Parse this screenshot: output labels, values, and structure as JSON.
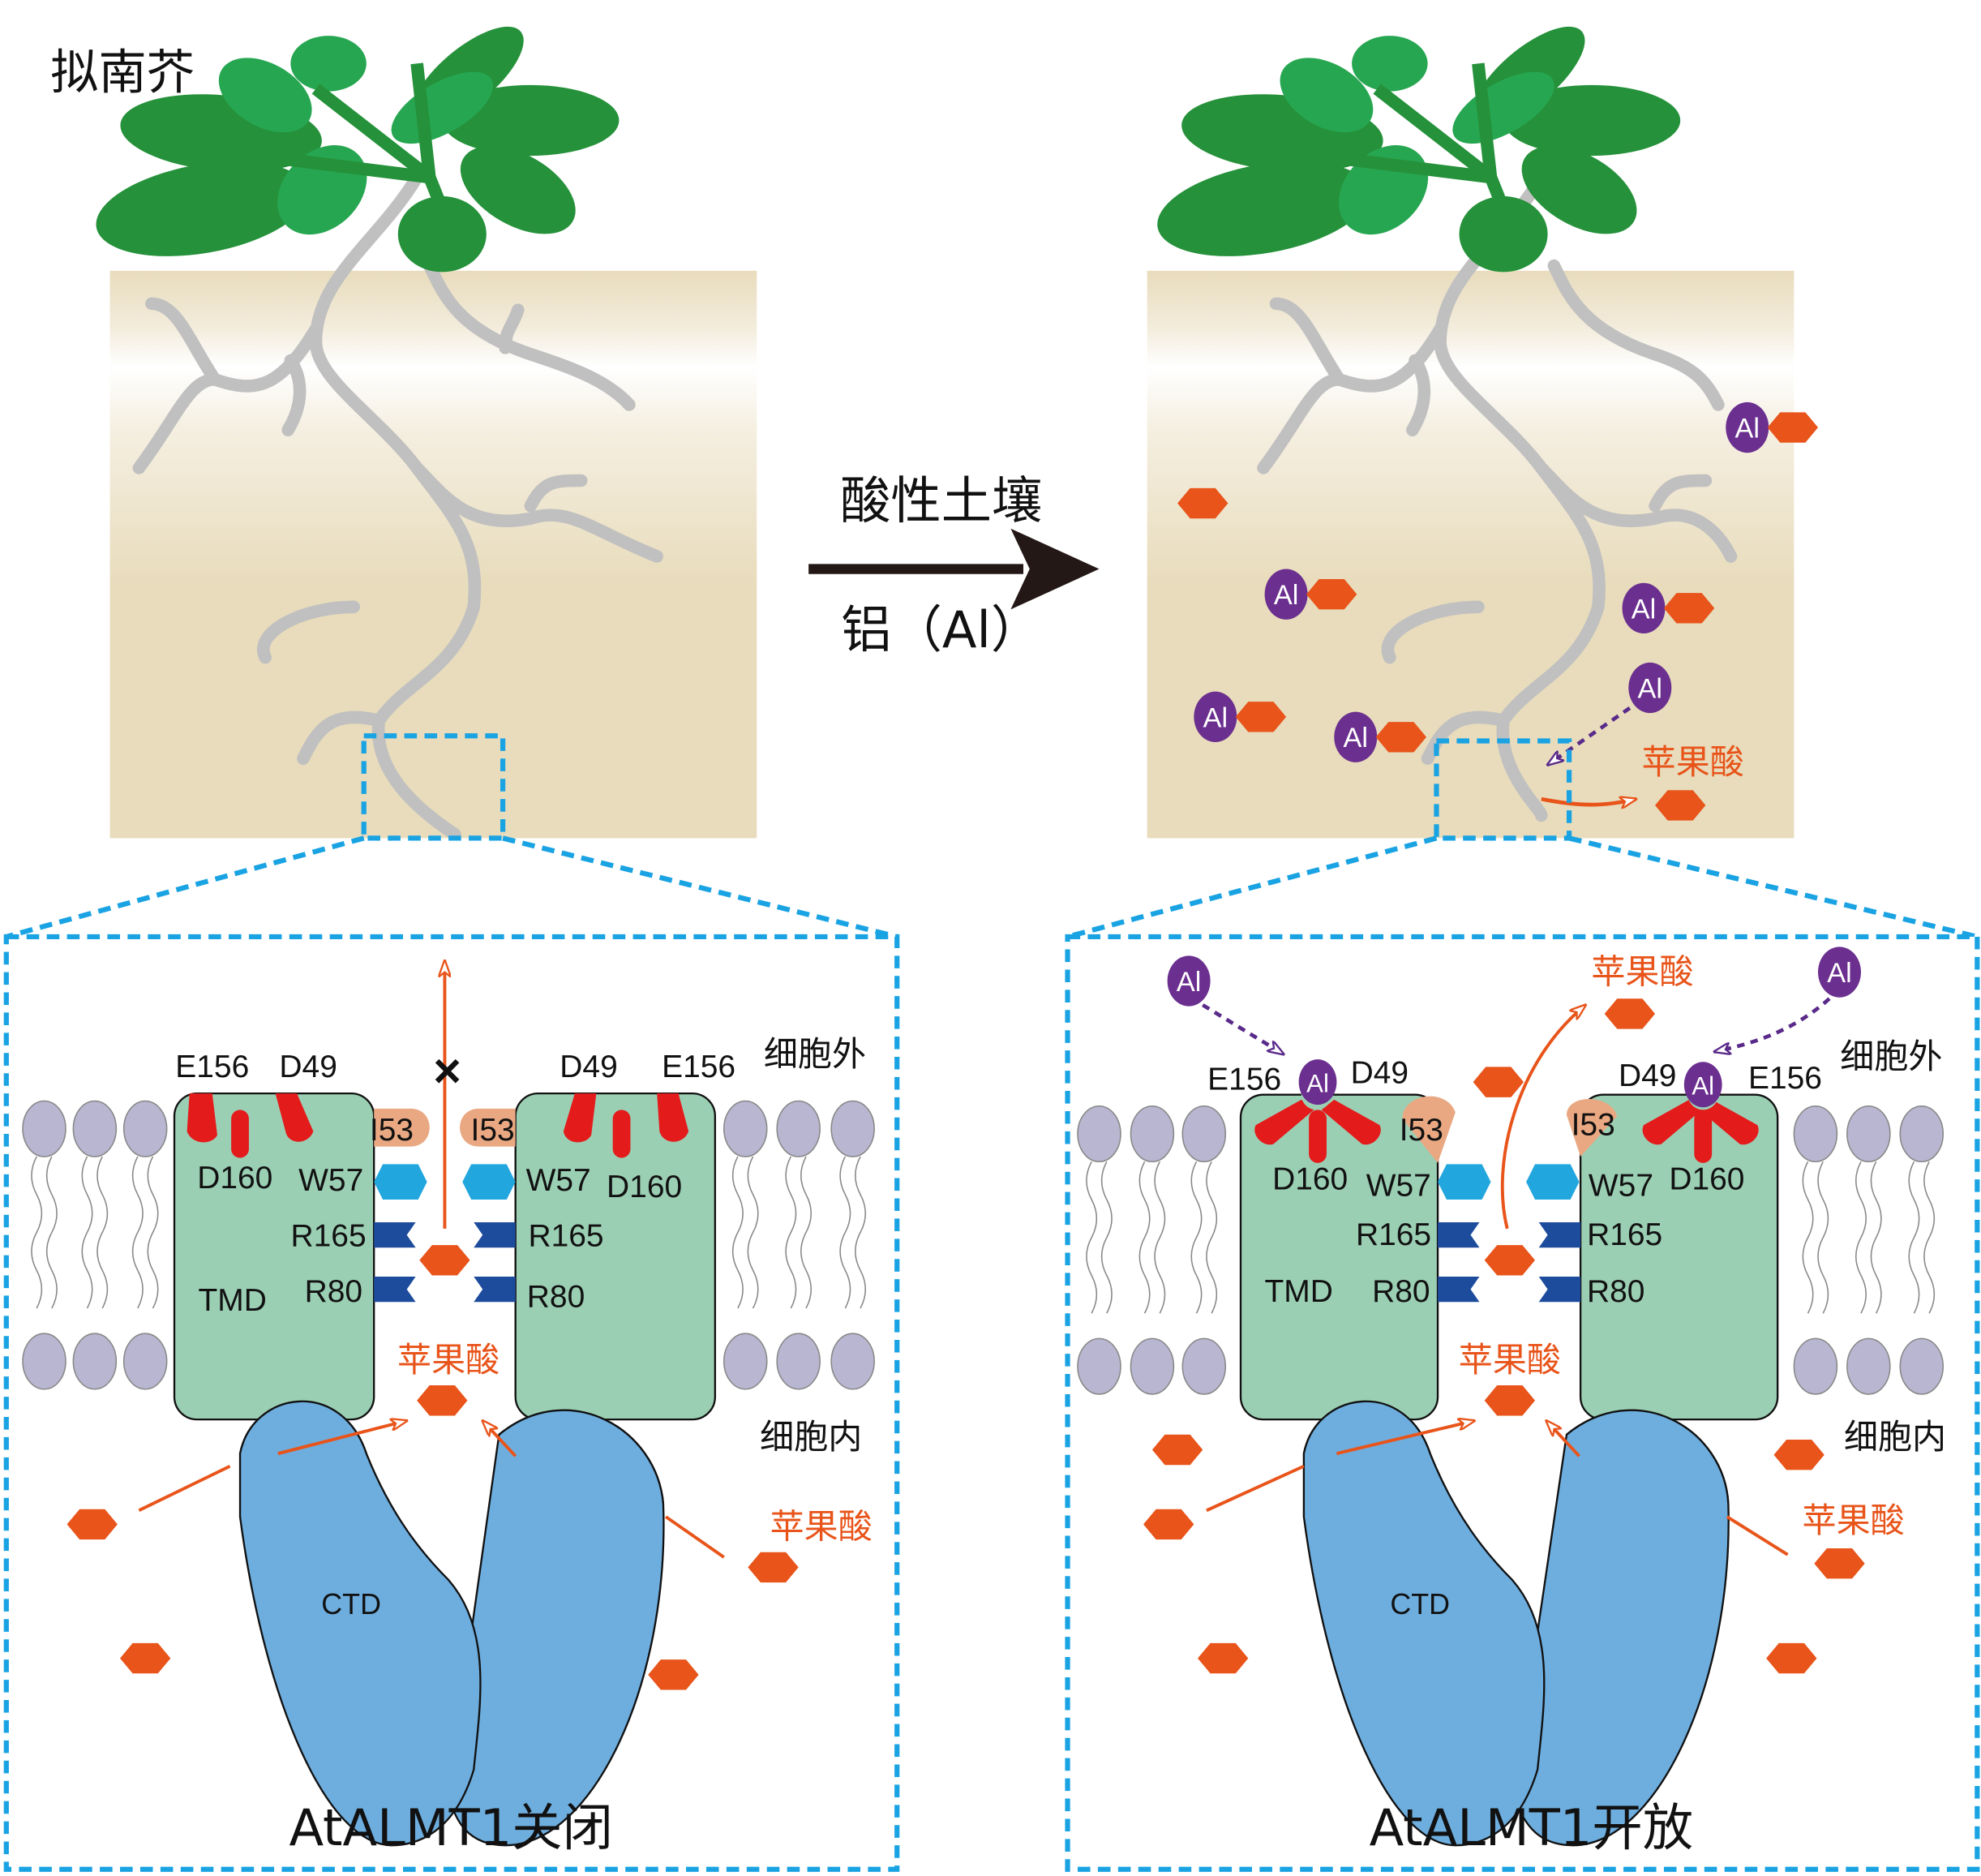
{
  "title": "拟南芥",
  "arrow": {
    "top_label": "酸性土壤",
    "bottom_label": "铝（Al）"
  },
  "colors": {
    "soil": "#e8dcbc",
    "root": "#c0c0c0",
    "leaf_dark": "#25913a",
    "leaf_light": "#27a651",
    "dash_blue": "#1aa3e3",
    "malate": "#e8541a",
    "aluminum": "#6b2f8f",
    "tmd": "#9bcfb4",
    "ctd": "#6eaedf",
    "lipid_head": "#b8b6d0",
    "acidic_residue": "#e41b1b",
    "i53": "#e9a882",
    "w57": "#22a6de",
    "arg": "#1e4c9c"
  },
  "top_right": {
    "aluminum_label": "Al",
    "malate_label": "苹果酸"
  },
  "panels": [
    {
      "state": "closed",
      "caption": "AtALMT1关闭",
      "extracellular": "细胞外",
      "intracellular": "细胞内",
      "malate_pore": "苹果酸",
      "malate_side": "苹果酸",
      "blocked_mark": "×",
      "tmd": "TMD",
      "ctd": "CTD",
      "residues": {
        "e156": "E156",
        "d49": "D49",
        "d160": "D160",
        "i53": "I53",
        "w57": "W57",
        "r165": "R165",
        "r80": "R80"
      }
    },
    {
      "state": "open",
      "caption": "AtALMT1开放",
      "extracellular": "细胞外",
      "intracellular": "细胞内",
      "malate_pore": "苹果酸",
      "malate_top": "苹果酸",
      "malate_side": "苹果酸",
      "aluminum": "Al",
      "tmd": "TMD",
      "ctd": "CTD",
      "residues": {
        "e156": "E156",
        "d49": "D49",
        "d160": "D160",
        "i53": "I53",
        "w57": "W57",
        "r165": "R165",
        "r80": "R80"
      }
    }
  ]
}
